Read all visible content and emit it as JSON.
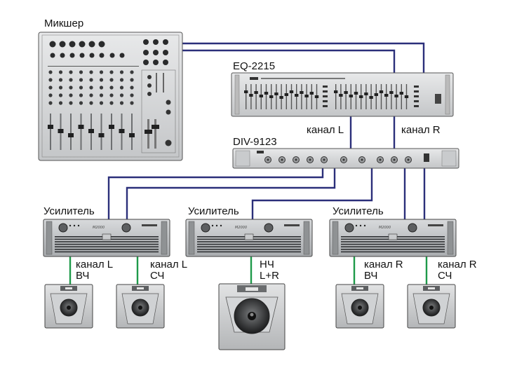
{
  "labels": {
    "mixer": "Микшер",
    "eq": "EQ-2215",
    "div": "DIV-9123",
    "channel_l": "канал L",
    "channel_r": "канал R",
    "amp1": "Усилитель",
    "amp2": "Усилитель",
    "amp3": "Усилитель",
    "amp_model": "M2000",
    "out_l_hf_1": "канал L",
    "out_l_hf_2": "ВЧ",
    "out_l_mf_1": "канал L",
    "out_l_mf_2": "СЧ",
    "out_lf_1": "НЧ",
    "out_lf_2": "L+R",
    "out_r_hf_1": "канал R",
    "out_r_hf_2": "ВЧ",
    "out_r_mf_1": "канал R",
    "out_r_mf_2": "СЧ"
  },
  "colors": {
    "signal_line": "#2b2f7a",
    "speaker_line": "#1e9a4a",
    "device_fill": "#d4d6d8",
    "device_dark": "#3a3c3e"
  },
  "icons": {
    "mixer": "mixer-console-icon",
    "eq": "graphic-equalizer-icon",
    "div": "crossover-icon",
    "amp": "power-amplifier-icon",
    "speaker": "speaker-cabinet-icon",
    "subwoofer": "subwoofer-cabinet-icon"
  }
}
